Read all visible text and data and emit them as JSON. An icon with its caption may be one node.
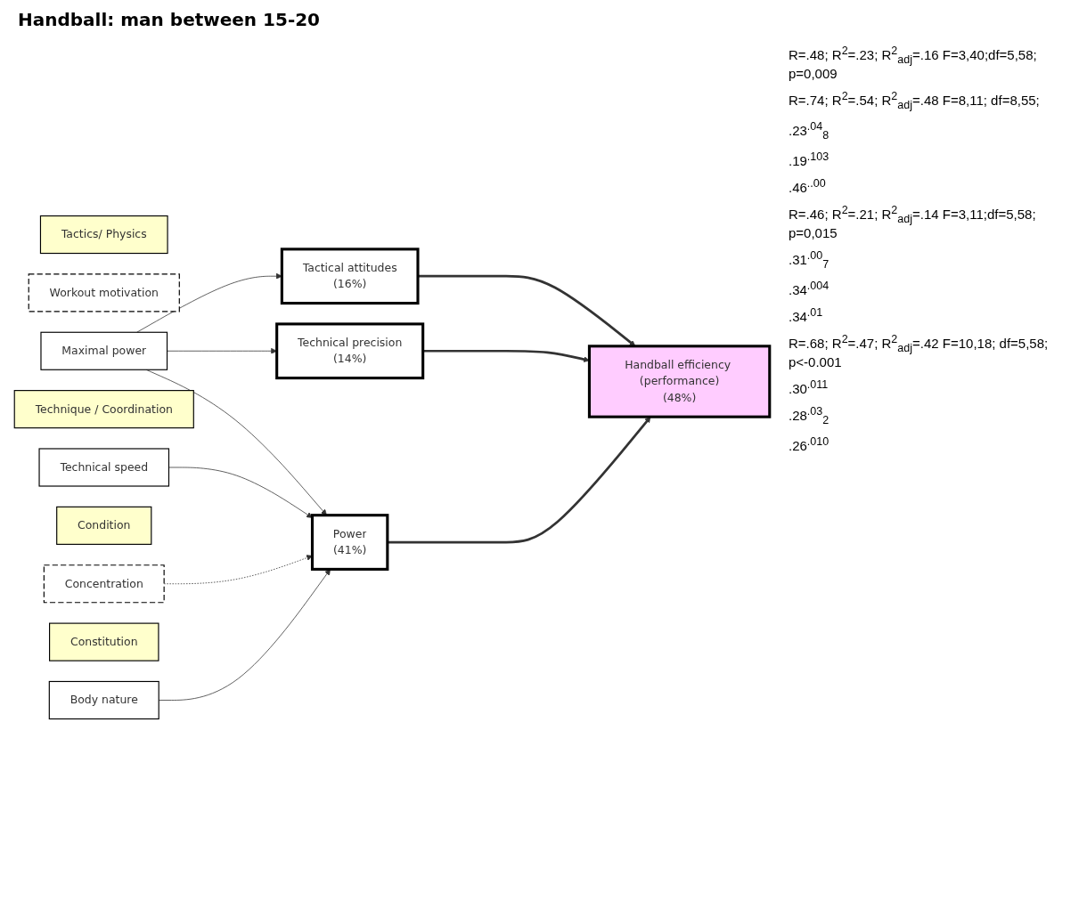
{
  "diagram": {
    "title": "Handball: man between 15-20",
    "nodes": [
      {
        "text": [
          "Tactics/ Physics"
        ]
      },
      {
        "text": [
          "Workout motivation"
        ]
      },
      {
        "text": [
          "Concentration"
        ]
      },
      {
        "text": [
          "Technique / Coordination"
        ]
      },
      {
        "text": [
          "Technical speed"
        ]
      },
      {
        "text": [
          "Condition"
        ]
      },
      {
        "text": [
          "Maximal power"
        ]
      },
      {
        "text": [
          "Constitution"
        ]
      },
      {
        "text": [
          "Body nature"
        ]
      },
      {
        "text": [
          "Tactical attitudes",
          "(16%)"
        ]
      },
      {
        "text": [
          "Technical precision",
          "(14%)"
        ]
      },
      {
        "text": [
          "Power",
          "(41%)"
        ]
      },
      {
        "text": [
          "Handball efficiency (performance)",
          "(48%)"
        ]
      }
    ],
    "edges": [
      {
        "from": 6,
        "to": 9,
        "arrow": "to"
      },
      {
        "from": 6,
        "to": 10,
        "arrow": "to"
      },
      {
        "from": 6,
        "to": 11,
        "arrow": "to"
      },
      {
        "from": 4,
        "to": 11,
        "arrow": "to"
      },
      {
        "from": 2,
        "to": 11,
        "arrow": "to",
        "style": "dashed"
      },
      {
        "from": 8,
        "to": 11,
        "arrow": "to"
      },
      {
        "from": 9,
        "to": 12,
        "arrow": "to",
        "style": "thick"
      },
      {
        "from": 10,
        "to": 12,
        "arrow": "to",
        "style": "thick"
      },
      {
        "from": 11,
        "to": 12,
        "arrow": "to",
        "style": "thick"
      }
    ],
    "labels": [
      "R=.48; R$^{2}$=.23; R$^{2}$$_{adj}$=.16 F=3,40;df=5,58; p=0,009",
      "R=.74; R$^{2}$=.54; R$^{2}$$_{adj}$=.48 F=8,11; df=8,55;",
      ".23$^{.04}$$_{8}$",
      ".19$^{.103}$",
      ".46$^{..00}$",
      "R=.46; R$^{2}$=.21; R$^{2}$$_{adj}$=.14 F=3,11;df=5,58; p=0,015",
      ".31$^{.00}$$_{7}$",
      ".34$^{.004}$",
      ".34$^{.01}$",
      "R=.68; R$^{2}$=.47; R$^{2}$$_{adj}$=.42 F=10,18; df=5,58; p<-0.001",
      ".30$^{.011}$",
      ".28$^{.03}$$_{2}$",
      ".26$^{.010}$"
    ]
  }
}
